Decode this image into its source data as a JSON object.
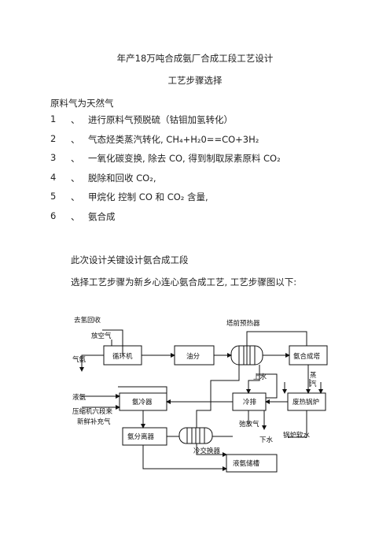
{
  "document": {
    "title": "年产18万吨合成氨厂合成工段工艺设计",
    "subtitle": "工艺步骤选择",
    "intro": "原料气为天然气",
    "steps": [
      {
        "num": "1",
        "sep": "、",
        "text": "进行原料气预脱硫（钴钼加氢转化）"
      },
      {
        "num": "2",
        "sep": "、",
        "text": "气态烃类蒸汽转化, CH₄+H₂0==CO+3H₂"
      },
      {
        "num": "3",
        "sep": "、",
        "text": "一氧化碳变换,         除去 CO,  得到制取尿素原料 CO₂"
      },
      {
        "num": "4",
        "sep": "、",
        "text": "脱除和回收   CO₂,"
      },
      {
        "num": "5",
        "sep": "、",
        "text": "甲烷化  控制 CO  和 CO₂ 含量,"
      },
      {
        "num": "6",
        "sep": "、",
        "text": "氨合成"
      }
    ],
    "para1": "此次设计关键设计氨合成工段",
    "para2": "选择工艺步骤为新乡心连心氨合成工艺,  工艺步骤图以下:"
  },
  "diagram": {
    "boxes": {
      "recycle_compressor": "循环机",
      "oil_separator": "油分",
      "ammonia_converter": "氨合成塔",
      "ammonia_cooler": "氨冷器",
      "water_cooler": "冷排",
      "waste_heat_boiler": "废热锅炉",
      "ammonia_separator": "氨分离器",
      "liquid_ammonia_tank": "液氨储槽"
    },
    "labels": {
      "to_recovery": "去氢回收",
      "vent_gas": "放空气",
      "ammonia_gas": "气氨",
      "pre_tower_exchanger": "塔前预热器",
      "upper_water": "上水",
      "steam": "蒸汽",
      "liquid_ammonia": "液氨",
      "from_compressor_1": "压缩机六段来",
      "from_compressor_2": "新鲜补充气",
      "purge_gas": "弛放气",
      "lower_water": "下水",
      "boiler_water": "锅炉软水",
      "cold_exchanger": "冷交换器"
    }
  }
}
